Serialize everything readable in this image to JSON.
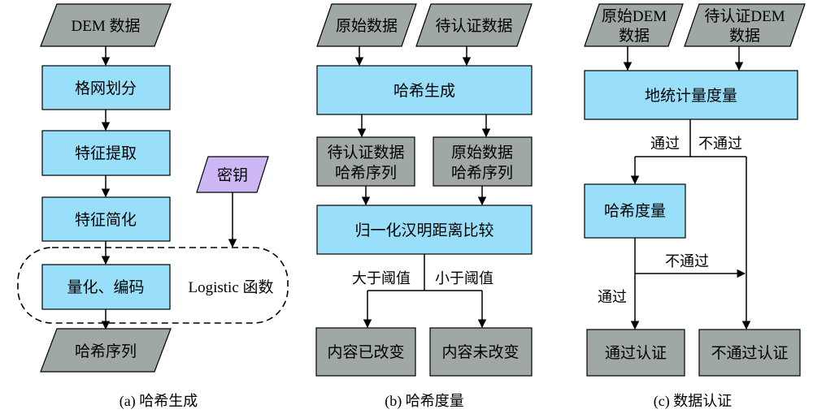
{
  "panel_a": {
    "caption": "(a) 哈希生成",
    "dem_data": "DEM 数据",
    "grid_division": "格网划分",
    "feature_extraction": "特征提取",
    "feature_simplification": "特征简化",
    "quantize_encode": "量化、编码",
    "logistic_function": "Logistic 函数",
    "key": "密钥",
    "hash_sequence": "哈希序列"
  },
  "panel_b": {
    "caption": "(b) 哈希度量",
    "original_data": "原始数据",
    "to_verify_data": "待认证数据",
    "hash_generation": "哈希生成",
    "to_verify_hash_line1": "待认证数据",
    "to_verify_hash_line2": "哈希序列",
    "original_hash_line1": "原始数据",
    "original_hash_line2": "哈希序列",
    "normalized_hamming": "归一化汉明距离比较",
    "greater_than_threshold": "大于阈值",
    "less_than_threshold": "小于阈值",
    "content_changed": "内容已改变",
    "content_unchanged": "内容未改变"
  },
  "panel_c": {
    "caption": "(c) 数据认证",
    "original_dem_line1": "原始DEM",
    "original_dem_line2": "数据",
    "to_verify_dem_line1": "待认证DEM",
    "to_verify_dem_line2": "数据",
    "geostat_measure": "地统计量度量",
    "pass_1": "通过",
    "fail_1": "不通过",
    "hash_measure": "哈希度量",
    "fail_2": "不通过",
    "pass_2": "通过",
    "passed_auth": "通过认证",
    "failed_auth": "不通过认证"
  }
}
